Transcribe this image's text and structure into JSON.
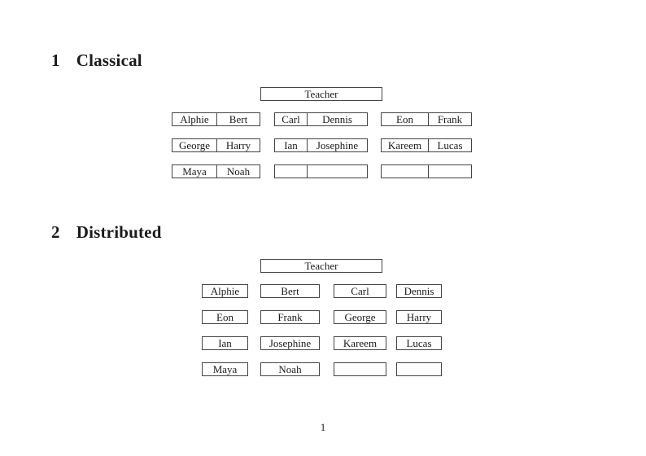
{
  "headings": {
    "classical": {
      "number": "1",
      "title": "Classical"
    },
    "distributed": {
      "number": "2",
      "title": "Distributed"
    }
  },
  "classical": {
    "teacher_label": "Teacher",
    "rows": [
      [
        {
          "left": "Alphie",
          "right": "Bert"
        },
        {
          "left": "Carl",
          "right": "Dennis"
        },
        {
          "left": "Eon",
          "right": "Frank"
        }
      ],
      [
        {
          "left": "George",
          "right": "Harry"
        },
        {
          "left": "Ian",
          "right": "Josephine"
        },
        {
          "left": "Kareem",
          "right": "Lucas"
        }
      ],
      [
        {
          "left": "Maya",
          "right": "Noah"
        },
        {
          "left": "",
          "right": ""
        },
        {
          "left": "",
          "right": ""
        }
      ]
    ]
  },
  "distributed": {
    "teacher_label": "Teacher",
    "rows": [
      [
        "Alphie",
        "Bert",
        "Carl",
        "Dennis"
      ],
      [
        "Eon",
        "Frank",
        "George",
        "Harry"
      ],
      [
        "Ian",
        "Josephine",
        "Kareem",
        "Lucas"
      ],
      [
        "Maya",
        "Noah",
        "",
        ""
      ]
    ]
  },
  "footer": {
    "page_number": "1"
  },
  "colors": {
    "background": "#ffffff",
    "text": "#1a1a1a",
    "border": "#444444"
  }
}
